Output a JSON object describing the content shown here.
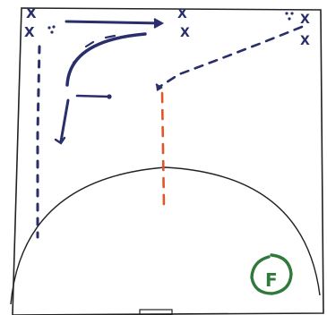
{
  "colors": {
    "court_line": "#222222",
    "player_mark": "#2a2f6b",
    "movement": "#2a2f6b",
    "screen_path": "#e0552a",
    "logo": "#2f7a3a",
    "background": "#ffffff"
  },
  "players": [
    {
      "label": "X"
    },
    {
      "label": "X"
    },
    {
      "label": "X"
    },
    {
      "label": "X"
    },
    {
      "label": "X"
    },
    {
      "label": "X"
    }
  ],
  "logo": {
    "label": "F",
    "icon": "circle-badge-icon"
  }
}
